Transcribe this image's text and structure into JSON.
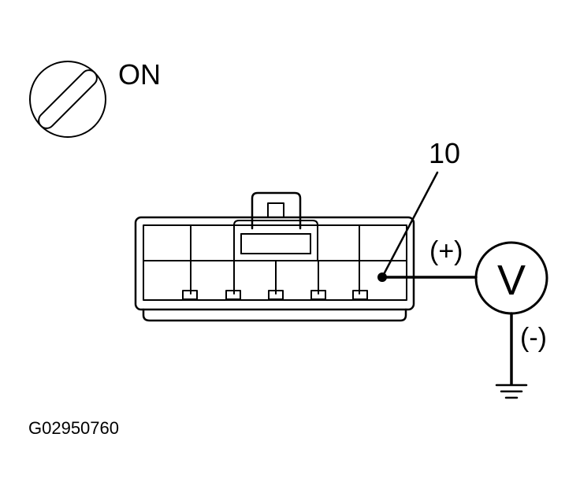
{
  "labels": {
    "ignition_state": "ON",
    "terminal_number": "10",
    "positive_probe": "(+)",
    "negative_probe": "(-)",
    "voltmeter_symbol": "V",
    "figure_code": "G02950760"
  },
  "colors": {
    "ink": "#000000",
    "background": "#ffffff"
  }
}
